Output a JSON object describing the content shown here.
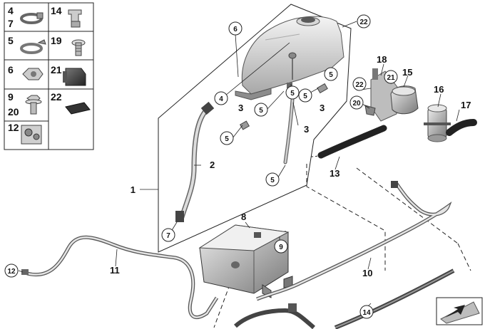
{
  "legend": {
    "cells": [
      {
        "numbers": [
          "4",
          "7"
        ],
        "part": "hose-clamp"
      },
      {
        "numbers": [
          "14"
        ],
        "part": "pipe-clip"
      },
      {
        "numbers": [
          "5"
        ],
        "part": "spring-clamp"
      },
      {
        "numbers": [
          "19"
        ],
        "part": "screw"
      },
      {
        "numbers": [
          "6"
        ],
        "part": "hex-nut"
      },
      {
        "numbers": [
          "21"
        ],
        "part": "rubber-mount"
      },
      {
        "numbers": [
          "9",
          "20"
        ],
        "part": "flange-bolt"
      },
      {
        "numbers": [
          "22"
        ],
        "part": "gasket-pad"
      },
      {
        "numbers": [
          "12"
        ],
        "part": "line-clip"
      }
    ]
  },
  "callouts": {
    "c1": "1",
    "c2": "2",
    "c3a": "3",
    "c3b": "3",
    "c3c": "3",
    "c4": "4",
    "c5a": "5",
    "c5b": "5",
    "c5c": "5",
    "c5d": "5",
    "c5e": "5",
    "c5f": "5",
    "c6": "6",
    "c7": "7",
    "c8": "8",
    "c9": "9",
    "c10": "10",
    "c11": "11",
    "c12": "12",
    "c13": "13",
    "c14": "14",
    "c15": "15",
    "c16": "16",
    "c17": "17",
    "c18": "18",
    "c20": "20",
    "c21": "21",
    "c22a": "22",
    "c22b": "22"
  },
  "icons": {
    "view_direction": "arrow-view-icon"
  },
  "colors": {
    "line": "#222222",
    "part_fill": "#e6e6e6",
    "part_shadow": "#9a9a9a",
    "pipe_outline": "#555555",
    "pipe_fill": "#dcdcdc"
  }
}
